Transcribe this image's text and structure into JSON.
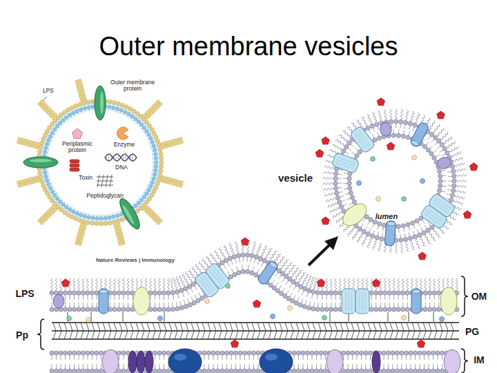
{
  "diagram": {
    "title": "Outer membrane vesicles",
    "labels": [
      "LPS",
      "Outer membrane protein",
      "Periplasmic protein",
      "Enzyme",
      "DNA",
      "Toxin",
      "Peptidoglycan",
      "Nature Reviews | Immunology",
      "vesicle",
      "lumen",
      "LPS",
      "OM",
      "Pp",
      "PG",
      "IM"
    ]
  }
}
